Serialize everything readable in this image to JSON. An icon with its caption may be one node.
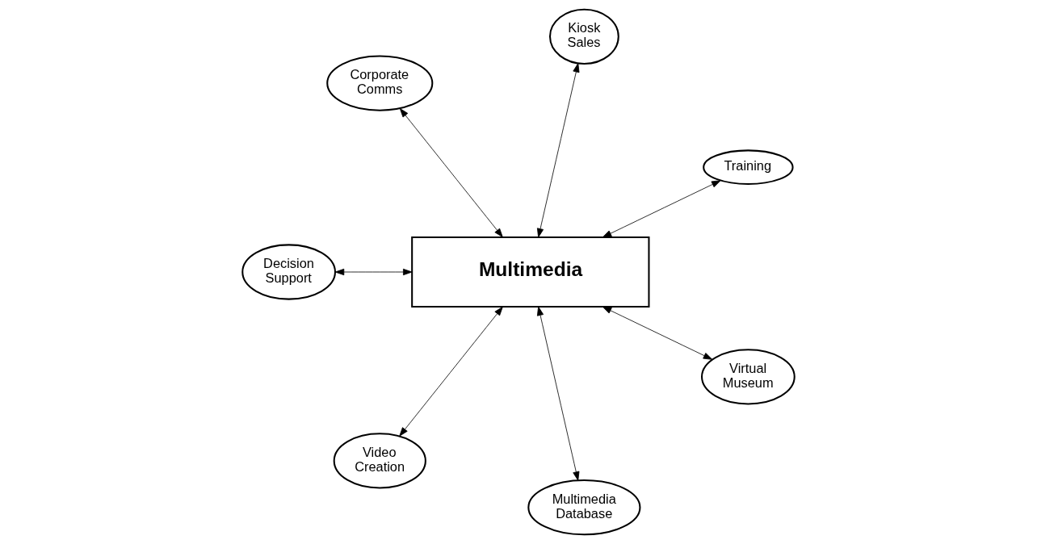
{
  "diagram": {
    "nodes": [
      {
        "text": [
          "Multimedia"
        ]
      },
      {
        "text": [
          "Training"
        ]
      },
      {
        "text": [
          "Kiosk Sales"
        ]
      },
      {
        "text": [
          "Corporate Comms"
        ]
      },
      {
        "text": [
          "Decision Support"
        ]
      },
      {
        "text": [
          "Video Creation"
        ]
      },
      {
        "text": [
          "Multimedia Database"
        ]
      },
      {
        "text": [
          "Virtual Museum"
        ]
      }
    ],
    "edges": [
      {
        "from": 0,
        "to": 1,
        "arrow": "both"
      },
      {
        "from": 0,
        "to": 2,
        "arrow": "both"
      },
      {
        "from": 0,
        "to": 3,
        "arrow": "both"
      },
      {
        "from": 0,
        "to": 4,
        "arrow": "both"
      },
      {
        "from": 0,
        "to": 5,
        "arrow": "both"
      },
      {
        "from": 0,
        "to": 6,
        "arrow": "both"
      },
      {
        "from": 0,
        "to": 7,
        "arrow": "both"
      }
    ]
  }
}
